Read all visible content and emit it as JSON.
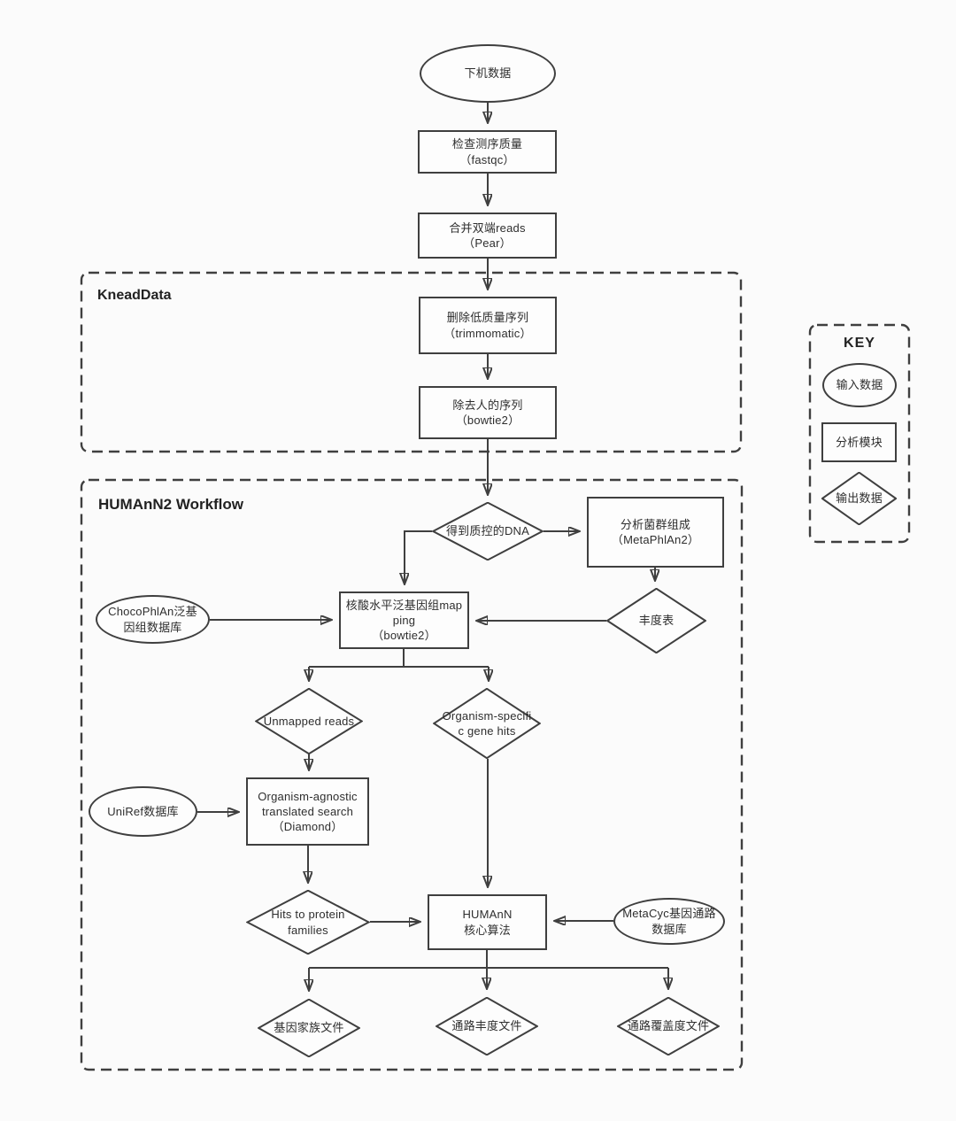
{
  "colors": {
    "stroke": "#3f3f3f",
    "text": "#2e2e2e",
    "background": "#fbfbfb"
  },
  "groups": {
    "kneaddata": {
      "label": "KneadData"
    },
    "humann2": {
      "label": "HUMAnN2 Workflow"
    },
    "key": {
      "title": "KEY"
    }
  },
  "nodes": {
    "raw_data": {
      "shape": "ellipse",
      "role": "input-data",
      "line1": "下机数据"
    },
    "fastqc": {
      "shape": "rect",
      "role": "analysis-module",
      "line1": "检查测序质量",
      "line2": "（fastqc）"
    },
    "pear": {
      "shape": "rect",
      "role": "analysis-module",
      "line1": "合并双端reads",
      "line2": "（Pear）"
    },
    "trimmomatic": {
      "shape": "rect",
      "role": "analysis-module",
      "line1": "删除低质量序列",
      "line2": "（trimmomatic）"
    },
    "remove_human": {
      "shape": "rect",
      "role": "analysis-module",
      "line1": "除去人的序列",
      "line2": "（bowtie2）"
    },
    "qc_dna": {
      "shape": "diamond",
      "role": "output-data",
      "line1": "得到质控的DNA"
    },
    "metaphlan2": {
      "shape": "rect",
      "role": "analysis-module",
      "line1": "分析菌群组成",
      "line2": "（MetaPhlAn2）"
    },
    "abundance_table": {
      "shape": "diamond",
      "role": "output-data",
      "line1": "丰度表"
    },
    "chocophlan": {
      "shape": "ellipse",
      "role": "input-data",
      "line1": "ChocoPhlAn泛基",
      "line2": "因组数据库"
    },
    "nt_mapping": {
      "shape": "rect",
      "role": "analysis-module",
      "line1": "核酸水平泛基因组map",
      "line2": "ping",
      "line3": "（bowtie2）"
    },
    "unmapped_reads": {
      "shape": "diamond",
      "role": "output-data",
      "line1": "Unmapped reads"
    },
    "org_specific_hits": {
      "shape": "diamond",
      "role": "output-data",
      "line1": "Organism-specifi",
      "line2": "c gene hits"
    },
    "uniref": {
      "shape": "ellipse",
      "role": "input-data",
      "line1": "UniRef数据库"
    },
    "org_agnostic": {
      "shape": "rect",
      "role": "analysis-module",
      "line1": "Organism-agnostic",
      "line2": "translated search",
      "line3": "（Diamond）"
    },
    "protein_hits": {
      "shape": "diamond",
      "role": "output-data",
      "line1": "Hits to protein",
      "line2": "families"
    },
    "humann_core": {
      "shape": "rect",
      "role": "analysis-module",
      "line1": "HUMAnN",
      "line2": "核心算法"
    },
    "metacyc": {
      "shape": "ellipse",
      "role": "input-data",
      "line1": "MetaCyc基因通路",
      "line2": "数据库"
    },
    "gene_family_file": {
      "shape": "diamond",
      "role": "output-data",
      "line1": "基因家族文件"
    },
    "pathway_abundance_file": {
      "shape": "diamond",
      "role": "output-data",
      "line1": "通路丰度文件"
    },
    "pathway_coverage_file": {
      "shape": "diamond",
      "role": "output-data",
      "line1": "通路覆盖度文件"
    }
  },
  "legend": {
    "input": {
      "shape": "ellipse",
      "label": "输入数据"
    },
    "module": {
      "shape": "rect",
      "label": "分析模块"
    },
    "output": {
      "shape": "diamond",
      "label": "输出数据"
    }
  }
}
